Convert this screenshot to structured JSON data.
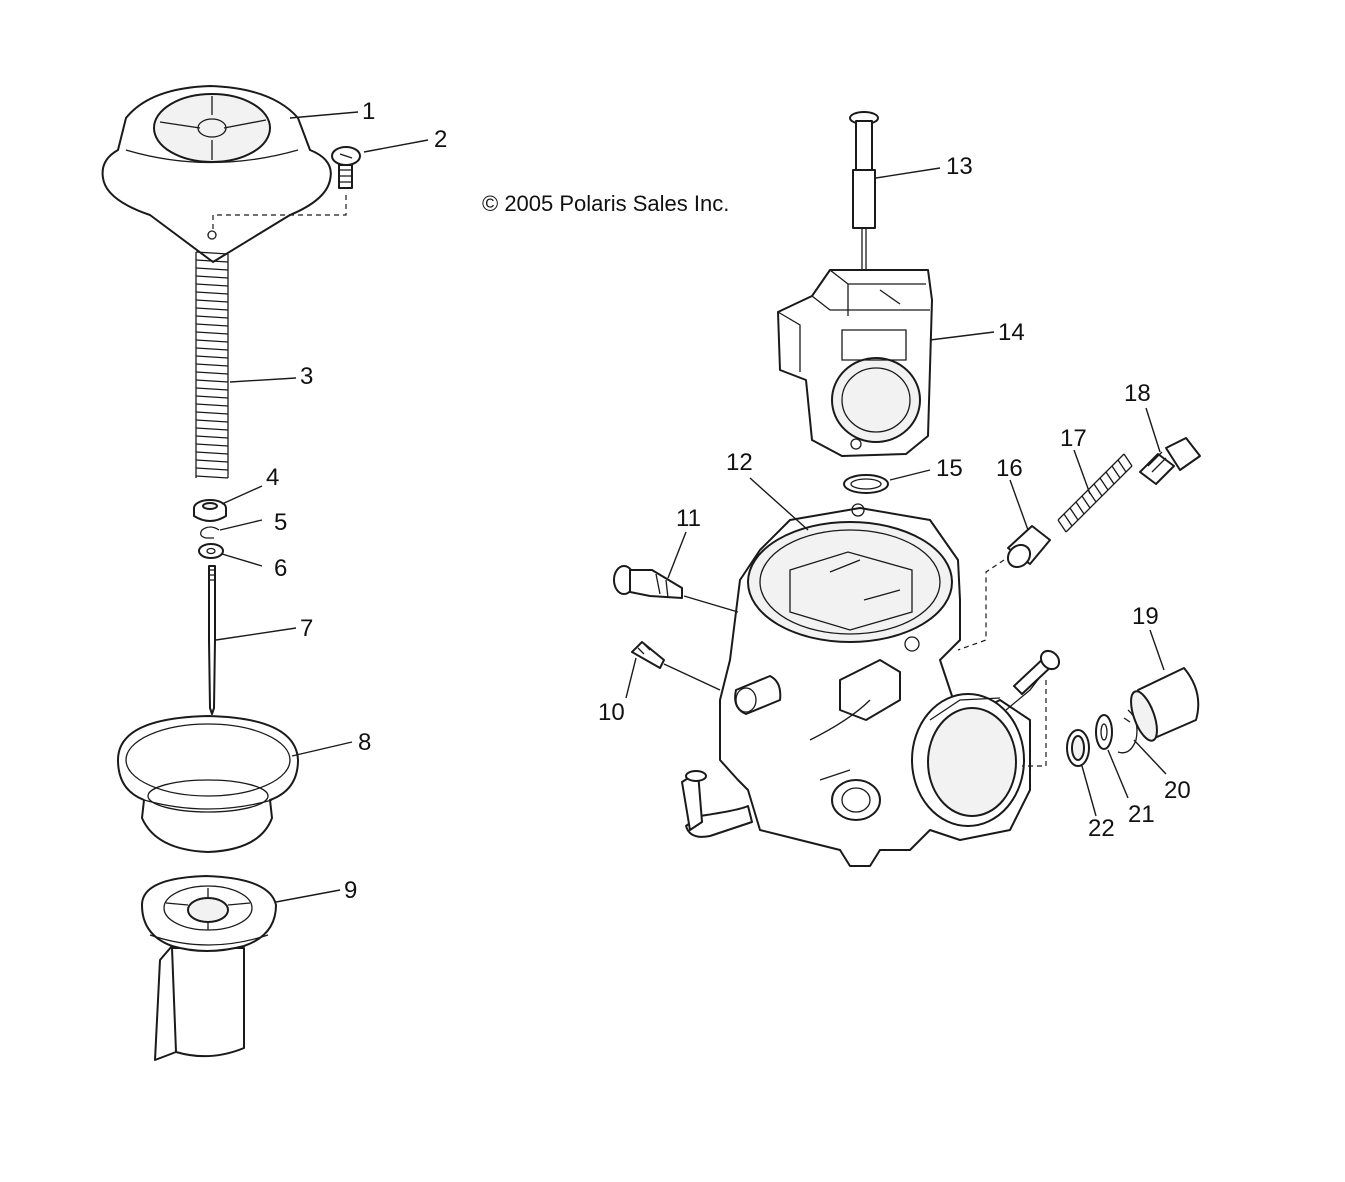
{
  "copyright": "© 2005 Polaris Sales Inc.",
  "callouts": {
    "c1": "1",
    "c2": "2",
    "c3": "3",
    "c4": "4",
    "c5": "5",
    "c6": "6",
    "c7": "7",
    "c8": "8",
    "c9": "9",
    "c10": "10",
    "c11": "11",
    "c12": "12",
    "c13": "13",
    "c14": "14",
    "c15": "15",
    "c16": "16",
    "c17": "17",
    "c18": "18",
    "c19": "19",
    "c20": "20",
    "c21": "21",
    "c22": "22"
  },
  "colors": {
    "line": "#1a1a1a",
    "background": "#ffffff"
  }
}
